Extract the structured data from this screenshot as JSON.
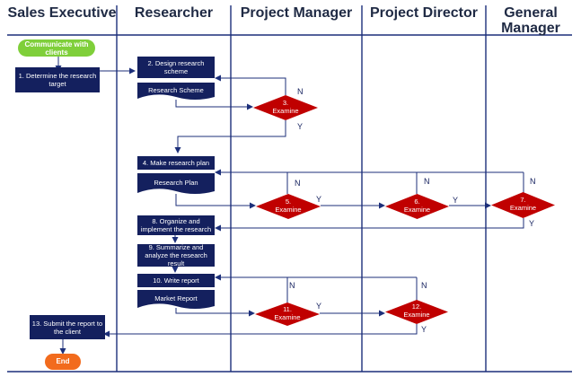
{
  "lanes": {
    "sales_executive": "Sales Executive",
    "researcher": "Researcher",
    "project_manager": "Project Manager",
    "project_director": "Project Director",
    "general_manager": "General Manager"
  },
  "start": "Communicate with clients",
  "end": "End",
  "steps": {
    "s1": "1. Determine the research target",
    "s2": "2. Design research scheme",
    "s4": "4. Make  research plan",
    "s8": "8. Organize and implement the research",
    "s9": "9. Summarize and analyze the research result",
    "s10": "10. Write report",
    "s13": "13. Submit the report to the client"
  },
  "documents": {
    "scheme": "Research Scheme",
    "plan": "Research Plan",
    "report": "Market Report"
  },
  "decisions": {
    "d3_num": "3.",
    "d3_label": "Examine",
    "d5_num": "5.",
    "d5_label": "Examine",
    "d6_num": "6.",
    "d6_label": "Examine",
    "d7_num": "7.",
    "d7_label": "Examine",
    "d11_num": "11.",
    "d11_label": "Examine",
    "d12_num": "12.",
    "d12_label": "Examine"
  },
  "labels": {
    "yes": "Y",
    "no": "N"
  },
  "colors": {
    "box": "#14205e",
    "decision": "#c00000",
    "start": "#7fcf3a",
    "end": "#f26b1d",
    "line": "#1c2f7a"
  }
}
